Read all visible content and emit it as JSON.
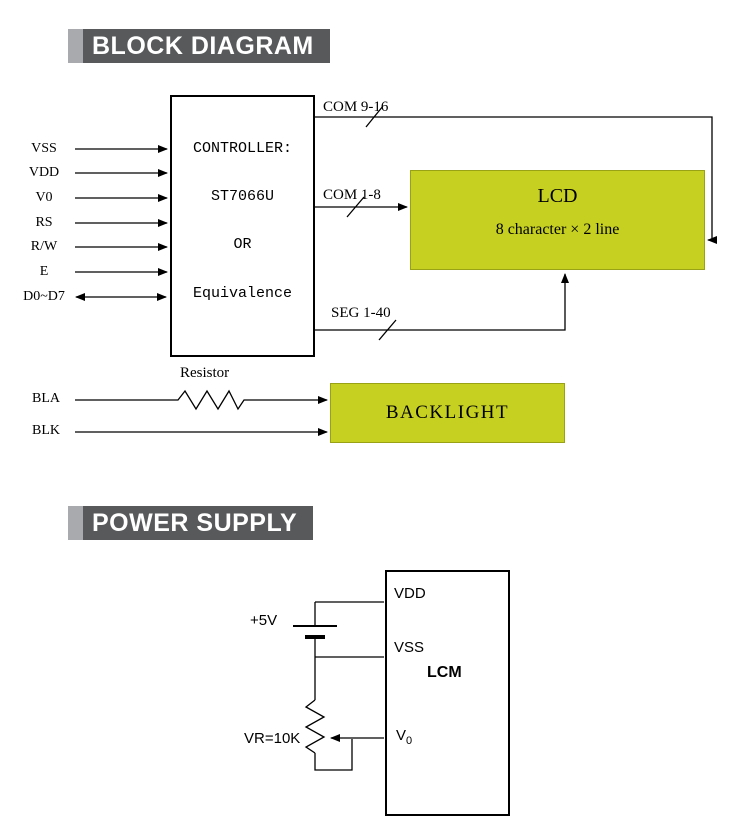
{
  "colors": {
    "banner_dark": "#58595b",
    "banner_light": "#a8aaad",
    "highlight_yellow": "#c6d020",
    "line_black": "#000000"
  },
  "block_diagram": {
    "banner": "BLOCK DIAGRAM",
    "controller": {
      "lines": [
        "CONTROLLER:",
        "ST7066U",
        "OR",
        "Equivalence"
      ]
    },
    "inputs": [
      {
        "label": "VSS"
      },
      {
        "label": "VDD"
      },
      {
        "label": "V0"
      },
      {
        "label": "RS"
      },
      {
        "label": "R/W"
      },
      {
        "label": "E"
      },
      {
        "label": "D0~D7"
      }
    ],
    "buses": {
      "com_9_16": "COM 9-16",
      "com_1_8": "COM 1-8",
      "seg_1_40": "SEG 1-40"
    },
    "lcd": {
      "title": "LCD",
      "subtitle": "8 character × 2 line"
    },
    "backlight": {
      "resistor_label": "Resistor",
      "bla": "BLA",
      "blk": "BLK",
      "label": "BACKLIGHT"
    }
  },
  "power_supply": {
    "banner": "POWER SUPPLY",
    "battery_label": "+5V",
    "vr_label": "VR=10K",
    "lcm": {
      "pin_vdd": "VDD",
      "pin_vss": "VSS",
      "title": "LCM",
      "pin_v0_base": "V",
      "pin_v0_sub": "0"
    }
  }
}
